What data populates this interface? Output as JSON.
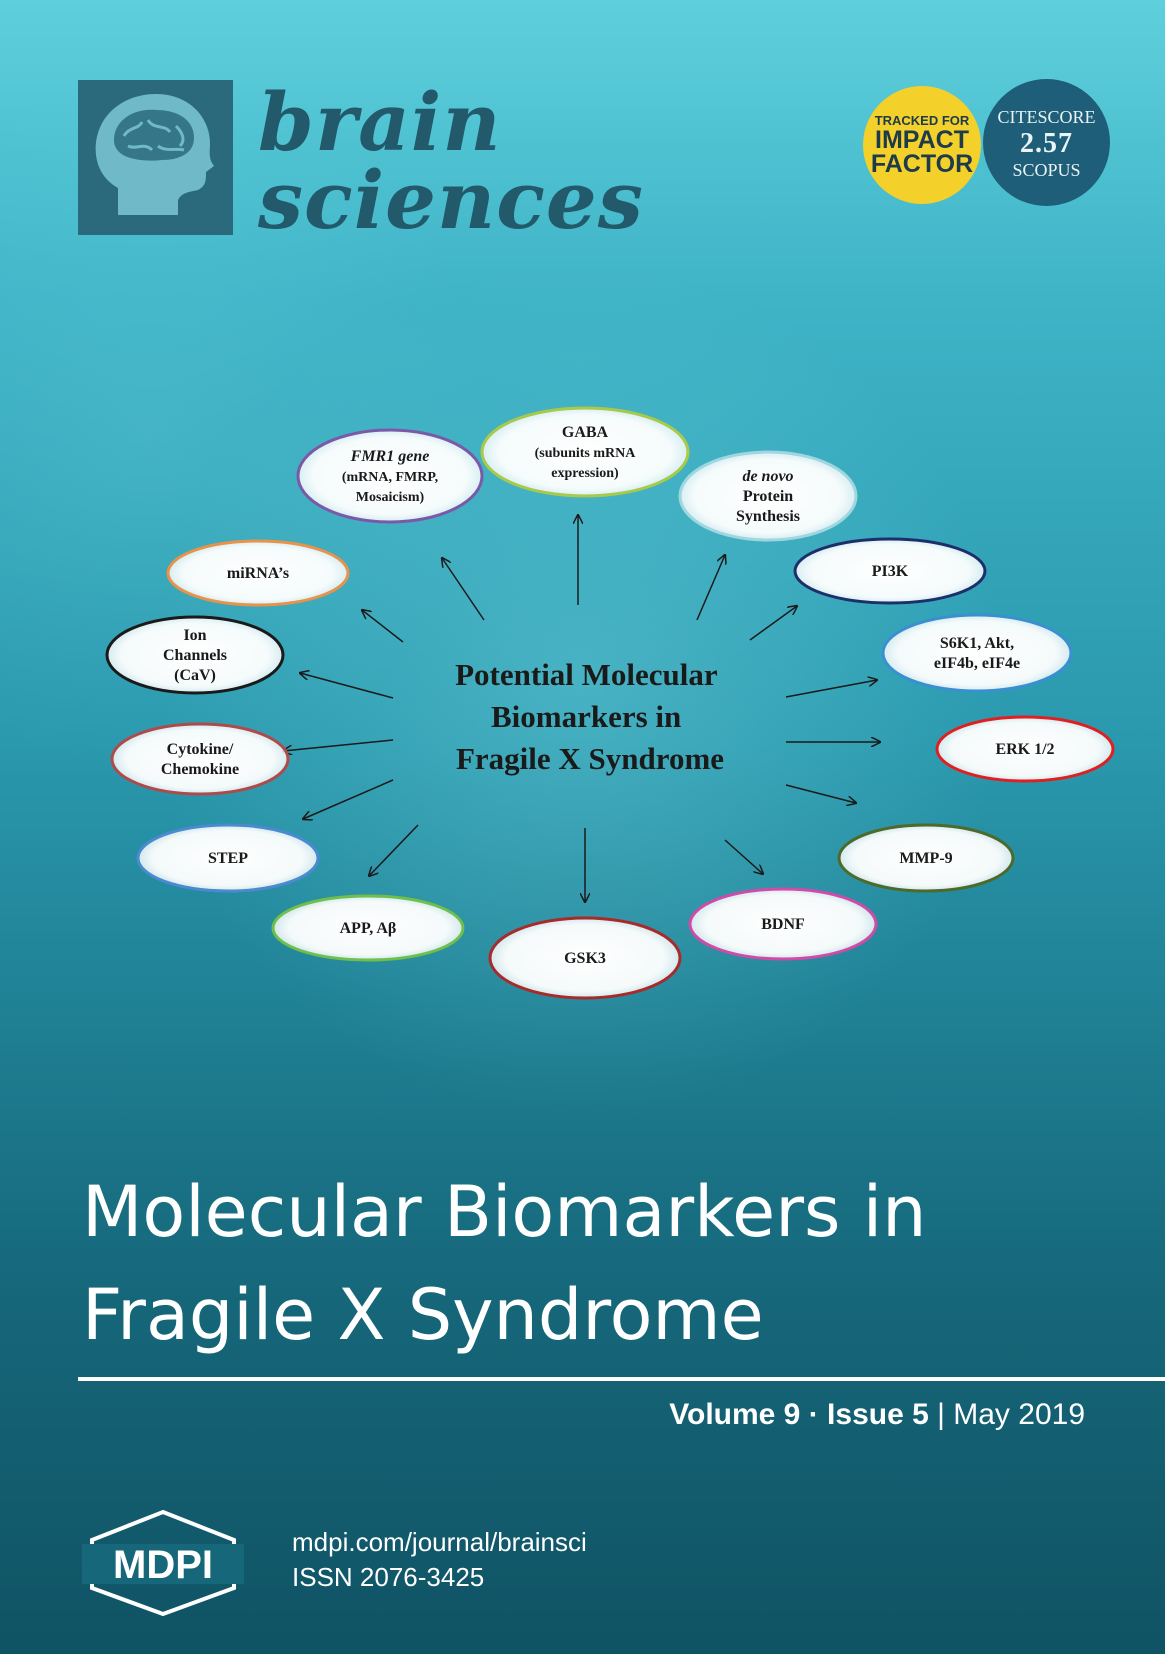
{
  "journal": {
    "name_line1": "brain",
    "name_line2": "sciences",
    "logo_icon": "brain-head-icon"
  },
  "badges": {
    "impact": {
      "line1": "TRACKED FOR",
      "line2": "IMPACT",
      "line3": "FACTOR",
      "color": "#f3d02a"
    },
    "citescore": {
      "label": "CITESCORE",
      "value": "2.57",
      "source": "SCOPUS",
      "color": "#1e5e78"
    }
  },
  "diagram": {
    "center": [
      "Potential Molecular",
      "Biomarkers in",
      "Fragile X Syndrome"
    ],
    "nodes": [
      {
        "id": "gaba",
        "lines": [
          "GABA",
          "(subunits mRNA",
          "expression)"
        ],
        "border": "#a8c94a"
      },
      {
        "id": "fmr1",
        "lines": [
          "FMR1 gene",
          "(mRNA, FMRP,",
          "Mosaicism)"
        ],
        "border": "#7a5aa8"
      },
      {
        "id": "denovo",
        "lines": [
          "de novo",
          "Protein",
          "Synthesis"
        ],
        "border": "#9fd6e0"
      },
      {
        "id": "mirna",
        "lines": [
          "miRNA’s"
        ],
        "border": "#e8924a"
      },
      {
        "id": "pi3k",
        "lines": [
          "PI3K"
        ],
        "border": "#1d2f6b"
      },
      {
        "id": "ion",
        "lines": [
          "Ion",
          "Channels",
          "(CaV)"
        ],
        "border": "#1a1a1a"
      },
      {
        "id": "s6k1",
        "lines": [
          "S6K1, Akt,",
          "eIF4b, eIF4e"
        ],
        "border": "#3a8fd0"
      },
      {
        "id": "cytokine",
        "lines": [
          "Cytokine/",
          "Chemokine"
        ],
        "border": "#b04a4a"
      },
      {
        "id": "erk",
        "lines": [
          "ERK 1/2"
        ],
        "border": "#e02020"
      },
      {
        "id": "step",
        "lines": [
          "STEP"
        ],
        "border": "#4a8ad0"
      },
      {
        "id": "mmp9",
        "lines": [
          "MMP-9"
        ],
        "border": "#4e6a2a"
      },
      {
        "id": "app",
        "lines": [
          "APP, Aβ"
        ],
        "border": "#6ec04a"
      },
      {
        "id": "bdnf",
        "lines": [
          "BDNF"
        ],
        "border": "#d04aa8"
      },
      {
        "id": "gsk3",
        "lines": [
          "GSK3"
        ],
        "border": "#a82a2a"
      }
    ]
  },
  "title": {
    "line1": "Molecular Biomarkers in",
    "line2": "Fragile X Syndrome"
  },
  "issue": {
    "volume": "Volume 9",
    "separator": " · ",
    "issue": "Issue 5",
    "divider": " | ",
    "date": "May 2019"
  },
  "publisher": {
    "logo": "MDPI",
    "url": "mdpi.com/journal/brainsci",
    "issn": "ISSN 2076-3425"
  }
}
